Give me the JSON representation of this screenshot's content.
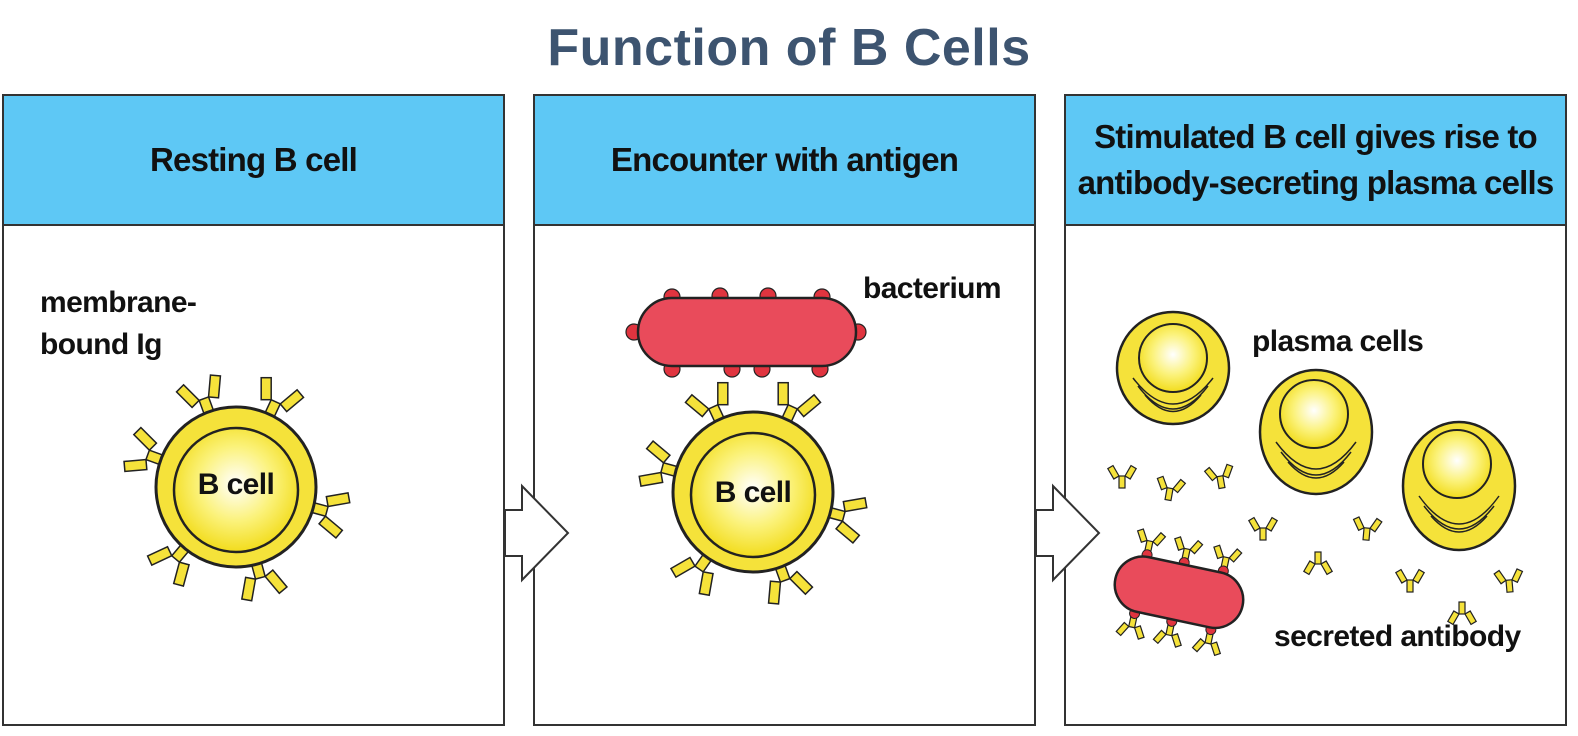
{
  "title": "Function of B Cells",
  "panels": [
    {
      "heading": "Resting B cell",
      "labels": {
        "ig": "membrane-\nbound Ig",
        "cell": "B cell"
      }
    },
    {
      "heading": "Encounter with antigen",
      "labels": {
        "bacterium": "bacterium",
        "cell": "B cell"
      }
    },
    {
      "heading": "Stimulated B cell gives rise to antibody-secreting plasma cells",
      "labels": {
        "plasma": "plasma cells",
        "antibody": "secreted antibody"
      }
    }
  ],
  "colors": {
    "header": "#5ec8f5",
    "cell": "#f5e23a",
    "bacterium": "#e94b5b",
    "title": "#3d5470"
  },
  "icons": [
    "b-cell-icon",
    "antibody-icon",
    "bacterium-icon",
    "plasma-cell-icon",
    "arrow-right-icon"
  ]
}
